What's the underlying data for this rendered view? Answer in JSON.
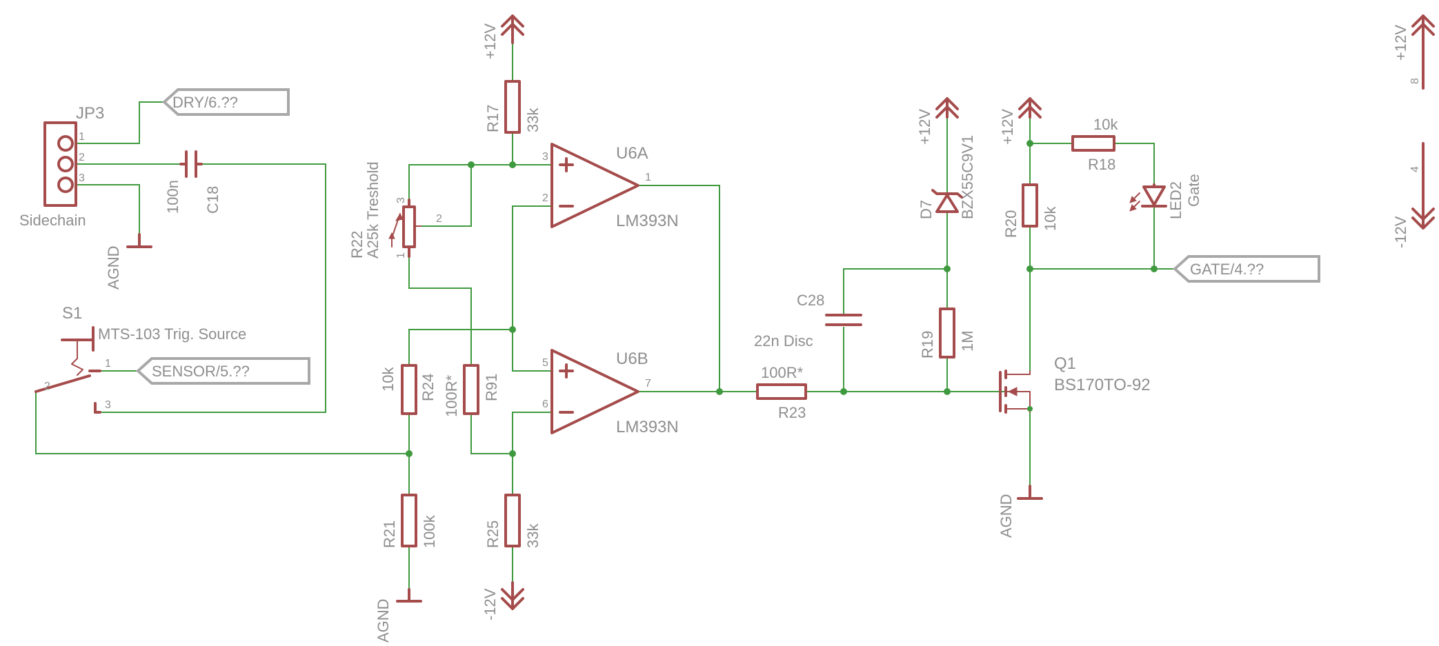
{
  "components": {
    "jp3": {
      "name": "JP3",
      "value": "Sidechain",
      "pins": [
        "1",
        "2",
        "3"
      ]
    },
    "c18": {
      "name": "C18",
      "value": "100n"
    },
    "s1": {
      "name": "S1",
      "value": "MTS-103 Trig. Source",
      "pins": [
        "1",
        "2",
        "3"
      ]
    },
    "r22": {
      "name": "R22",
      "value": "A25k Treshold",
      "pins": [
        "1",
        "2",
        "3"
      ]
    },
    "r17": {
      "name": "R17",
      "value": "33k"
    },
    "r24": {
      "name": "R24",
      "value": "10k"
    },
    "r91": {
      "name": "R91",
      "value": "100R*"
    },
    "r21": {
      "name": "R21",
      "value": "100k"
    },
    "r25": {
      "name": "R25",
      "value": "33k"
    },
    "u6a": {
      "name": "U6A",
      "value": "LM393N",
      "pins": [
        "3",
        "2",
        "1"
      ]
    },
    "u6b": {
      "name": "U6B",
      "value": "LM393N",
      "pins": [
        "5",
        "6",
        "7"
      ]
    },
    "r23": {
      "name": "R23",
      "value": "100R*"
    },
    "c28": {
      "name": "C28",
      "value": "22n Disc"
    },
    "d7": {
      "name": "D7",
      "value": "BZX55C9V1"
    },
    "r19": {
      "name": "R19",
      "value": "1M"
    },
    "r20": {
      "name": "R20",
      "value": "10k"
    },
    "r18": {
      "name": "R18",
      "value": "10k"
    },
    "led2": {
      "name": "LED2",
      "value": "Gate"
    },
    "q1": {
      "name": "Q1",
      "value": "BS170TO-92"
    },
    "power_pins": {
      "top": "8",
      "bottom": "4"
    }
  },
  "net_labels": {
    "dry": "DRY/6.??",
    "sensor": "SENSOR/5.??",
    "gate": "GATE/4.??"
  },
  "supplies": {
    "pos": "+12V",
    "neg": "-12V",
    "agnd": "AGND"
  }
}
